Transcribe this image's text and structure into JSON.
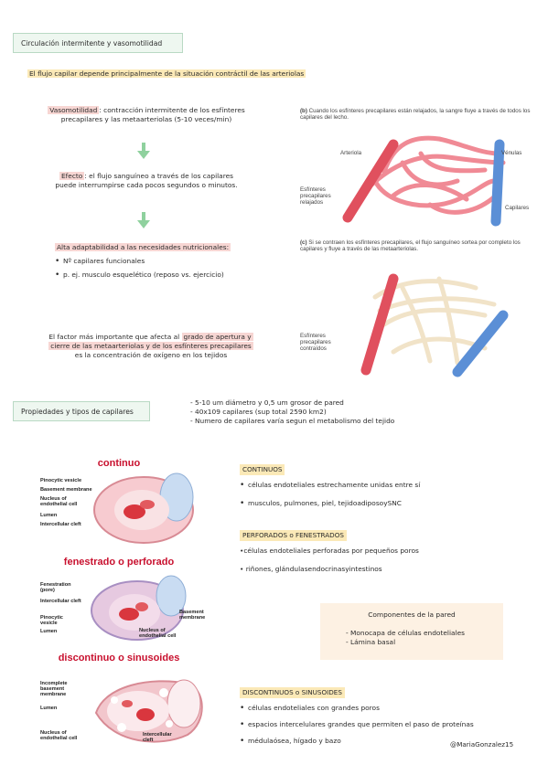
{
  "header": {
    "title": "Circulación intermitente y vasomotilidad",
    "subtitle": "El flujo capilar depende principalmente de la situación contráctil de las arteriolas"
  },
  "vaso": {
    "term": "Vasomotilidad",
    "text_a": ": contracción intermitente de los esfínteres",
    "text_b": "precapilares y las metaarteriolas (5-10 veces/min)"
  },
  "efecto": {
    "term": "Efecto",
    "text_a": ": el flujo sanguíneo a través de los capilares",
    "text_b": "puede interrumpirse cada pocos segundos o minutos."
  },
  "adapt": {
    "heading": "Alta adaptabilidad a las necesidades nutricionales:",
    "items": [
      "Nº capilares funcionales",
      "p. ej. musculo esquelético (reposo vs. ejercicio)"
    ]
  },
  "factor": {
    "line1_a": "El factor más importante que afecta al ",
    "line1_hl": "grado de apertura y",
    "line2_hl": "cierre de las metaarteriolas y de los esfínteres precapilares",
    "line3": "es la concentración de oxígeno en los tejidos"
  },
  "figure_b": {
    "caption_tag": "(b)",
    "caption": "Cuando los esfínteres precapilares están relajados, la sangre fluye a través de todos los capilares del lecho.",
    "labels": {
      "arteriola": "Arteriola",
      "venulas": "Vénulas",
      "esfinteres": "Esfínteres precapilares relajados",
      "capilares": "Capilares"
    }
  },
  "figure_c": {
    "caption_tag": "(c)",
    "caption": "Si se contraen los esfínteres precapilares, el flujo sanguíneo sortea por completo los capilares y fluye a través de las metaarteriolas.",
    "labels": {
      "esfinteres": "Esfínteres precapilares contraídos"
    }
  },
  "props": {
    "title": "Propiedades y tipos de capilares",
    "items": [
      "- 5-10 um diámetro y 0,5 um grosor de pared",
      "- 40x109 capilares (sup total 2590 km2)",
      "- Numero de capilares varía segun el metabolismo del tejido"
    ]
  },
  "cap_types": {
    "continuo": {
      "title": "continuo",
      "labels": [
        "Pinocytic vesicle",
        "Basement membrane",
        "Nucleus of endothelial cell",
        "Lumen",
        "Intercellular cleft"
      ]
    },
    "fenestrado": {
      "title": "fenestrado o perforado",
      "labels": [
        "Fenestration (pore)",
        "Intercellular cleft",
        "Pinocytic vesicle",
        "Lumen",
        "Basement membrane",
        "Nucleus of endothelial cell"
      ]
    },
    "discontinuo": {
      "title": "discontinuo o sinusoides",
      "labels": [
        "Incomplete basement membrane",
        "Lumen",
        "Nucleus of endothelial cell",
        "Intercellular cleft"
      ]
    }
  },
  "continuos": {
    "heading": "CONTINUOS",
    "items": [
      "células endoteliales estrechamente unidas entre sí",
      "musculos, pulmones, piel, tejidoadiposoySNC"
    ]
  },
  "perforados": {
    "heading": "PERFORADOS o FENESTRADOS",
    "items": [
      "•células endoteliales perforadas por pequeños poros",
      "• riñones, glándulasendocrinasyintestinos"
    ]
  },
  "componentes": {
    "heading": "Componentes de la pared",
    "items": [
      "- Monocapa de células endoteliales",
      "- Lámina basal"
    ]
  },
  "discontinuos": {
    "heading": "DISCONTINUOS o SINUSOIDES",
    "items": [
      "células endoteliales con grandes poros",
      "espacios intercelulares grandes que permiten el paso de proteínas",
      "médulaósea, hígado y bazo"
    ]
  },
  "author": "@MariaGonzalez15",
  "colors": {
    "arrow_green": "#8fd19e",
    "artery_red": "#e0505e",
    "vein_blue": "#5b8fd6",
    "capillary_pink": "#f08a95",
    "capillary_closed": "#f1e3c8",
    "accent_red": "#c8102e"
  }
}
